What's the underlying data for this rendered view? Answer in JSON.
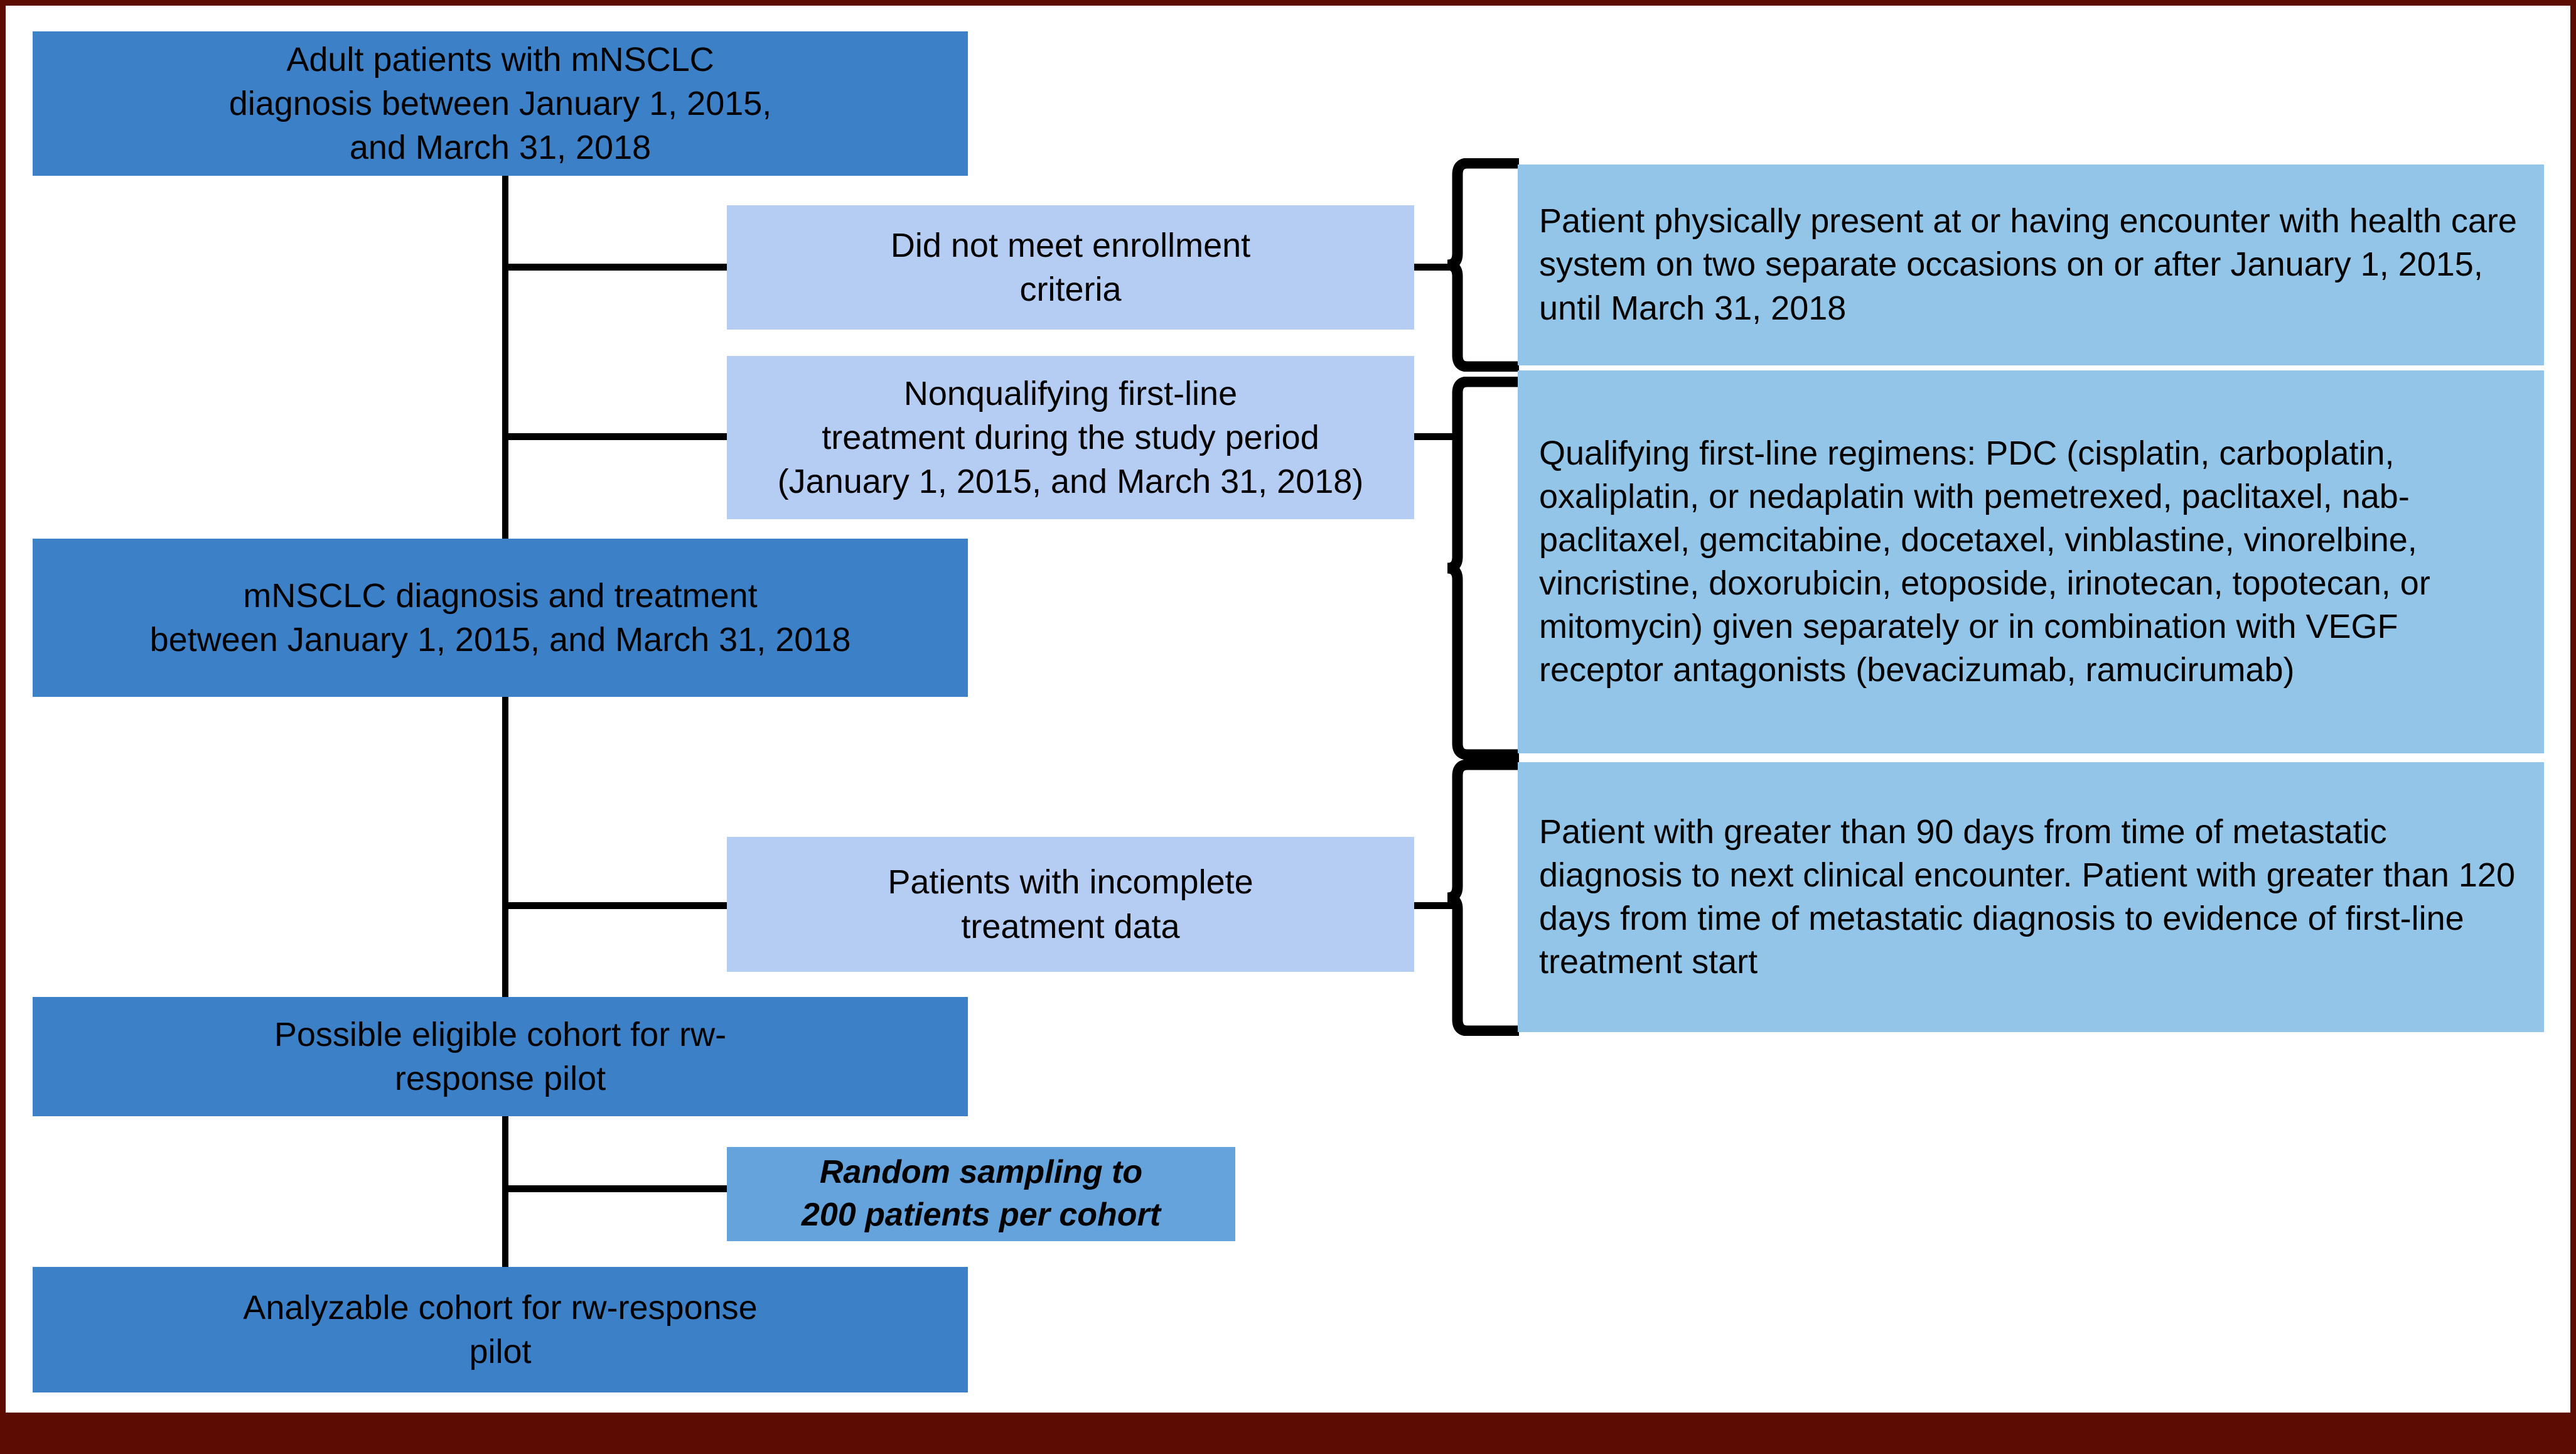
{
  "figure": {
    "title": "mNSCLC rw-response pilot cohort attrition flow diagram",
    "colors": {
      "primary_box": "#3C81C8",
      "exclusion_box": "#B5CCF3",
      "detail_box": "#92C5E8",
      "sampling_box": "#64A3DC",
      "connector": "#000000",
      "page_frame": "#5C0C02",
      "background": "#FFFFFF",
      "text": "#000000"
    }
  },
  "primary_nodes": [
    {
      "id": "cohort-identified",
      "text": "Adult patients with mNSCLC\ndiagnosis between January 1, 2015,\nand March 31, 2018"
    },
    {
      "id": "diagnosis-and-treatment",
      "text": "mNSCLC diagnosis and treatment\nbetween January 1, 2015, and March 31, 2018"
    },
    {
      "id": "possible-eligible-cohort",
      "text": "Possible eligible cohort for rw-\nresponse pilot"
    },
    {
      "id": "analyzable-cohort",
      "text": "Analyzable cohort for rw-response\npilot"
    }
  ],
  "exclusion_nodes": [
    {
      "id": "did-not-meet-enrollment-criteria",
      "text": "Did not meet enrollment\ncriteria"
    },
    {
      "id": "nonqualifying-first-line-treatment",
      "text": "Nonqualifying first-line\ntreatment during the study period\n(January 1, 2015, and March 31, 2018)"
    },
    {
      "id": "incomplete-treatment-data",
      "text": "Patients with incomplete\ntreatment data"
    }
  ],
  "sampling_node": {
    "id": "random-sampling",
    "text": "Random sampling to\n200 patients per cohort"
  },
  "detail_nodes": [
    {
      "id": "enrollment-criteria-detail",
      "text": "Patient physically present at or having encounter with health care system on two separate occasions on or after January 1, 2015, until March 31, 2018"
    },
    {
      "id": "qualifying-regimens-detail",
      "text": "Qualifying first-line regimens: PDC (cisplatin, carboplatin, oxaliplatin, or nedaplatin with pemetrexed, paclitaxel, nab-paclitaxel, gemcitabine, docetaxel, vinblastine, vinorelbine, vincristine, doxorubicin, etoposide, irinotecan, topotecan, or mitomycin) given separately or in combination with VEGF receptor antagonists (bevacizumab, ramucirumab)"
    },
    {
      "id": "incomplete-data-detail",
      "text": "Patient with greater than 90 days from time of metastatic diagnosis to next clinical encounter. Patient with greater than 120 days from time of metastatic diagnosis to evidence of first-line treatment start"
    }
  ]
}
